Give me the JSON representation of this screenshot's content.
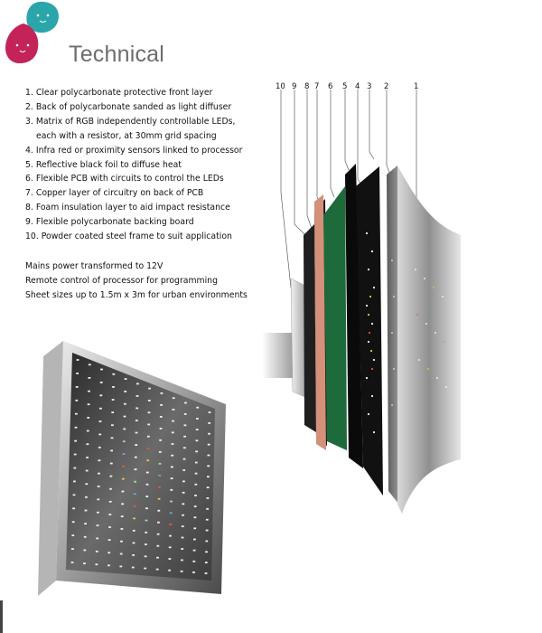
{
  "page": {
    "title": "Technical",
    "colors": {
      "logo_teal": "#2aa6ab",
      "logo_pink": "#c4235a",
      "heading_grey": "#6d6d6d"
    },
    "icons": [
      "teal-blob-face-icon",
      "pink-blob-face-icon"
    ]
  },
  "components": [
    {
      "text": "1. Clear polycarbonate protective front layer",
      "indent": false
    },
    {
      "text": "2. Back of polycarbonate sanded as light diffuser",
      "indent": false
    },
    {
      "text": "3. Matrix of RGB independently controllable LEDs,",
      "indent": false
    },
    {
      "text": "each with a resistor, at 30mm grid spacing",
      "indent": true
    },
    {
      "text": "4. Infra red or proximity sensors linked to processor",
      "indent": false
    },
    {
      "text": "5. Reflective black foil to diffuse heat",
      "indent": false
    },
    {
      "text": "6. Flexible PCB with circuits to control the LEDs",
      "indent": false
    },
    {
      "text": "7. Copper layer of circuitry on back of PCB",
      "indent": false
    },
    {
      "text": "8. Foam insulation layer to aid impact resistance",
      "indent": false
    },
    {
      "text": "9. Flexible polycarbonate backing board",
      "indent": false
    },
    {
      "text": "10.  Powder coated steel frame to suit application",
      "indent": false
    }
  ],
  "notes": [
    "Mains power transformed to 12V",
    "Remote control of processor for programming",
    "Sheet sizes up to 1.5m x 3m for urban environments"
  ],
  "diagram_labels": [
    "10",
    "9",
    "8",
    "7",
    "6",
    "5",
    "4",
    "3",
    "2",
    "1"
  ]
}
